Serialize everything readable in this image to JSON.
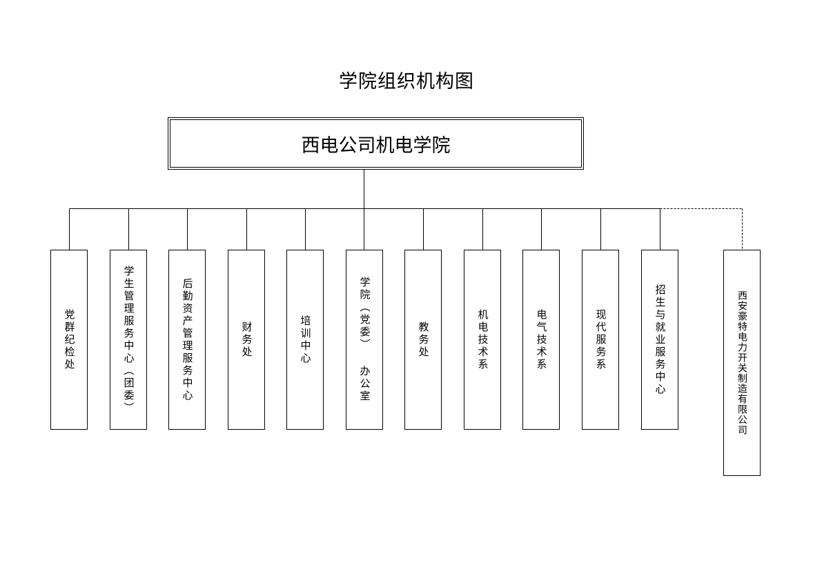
{
  "title": "学院组织机构图",
  "root": "西电公司机电学院",
  "units": [
    "党群纪检处",
    "学生管理服务中心（团委）",
    "后勤资产管理服务中心",
    "财务处",
    "培训中心",
    "学院（党委） 办公室",
    "教务处",
    "机电技术系",
    "电气技术系",
    "现代服务系",
    "招生与就业服务中心"
  ],
  "affiliate": "西安豪特电力开关制造有限公司"
}
